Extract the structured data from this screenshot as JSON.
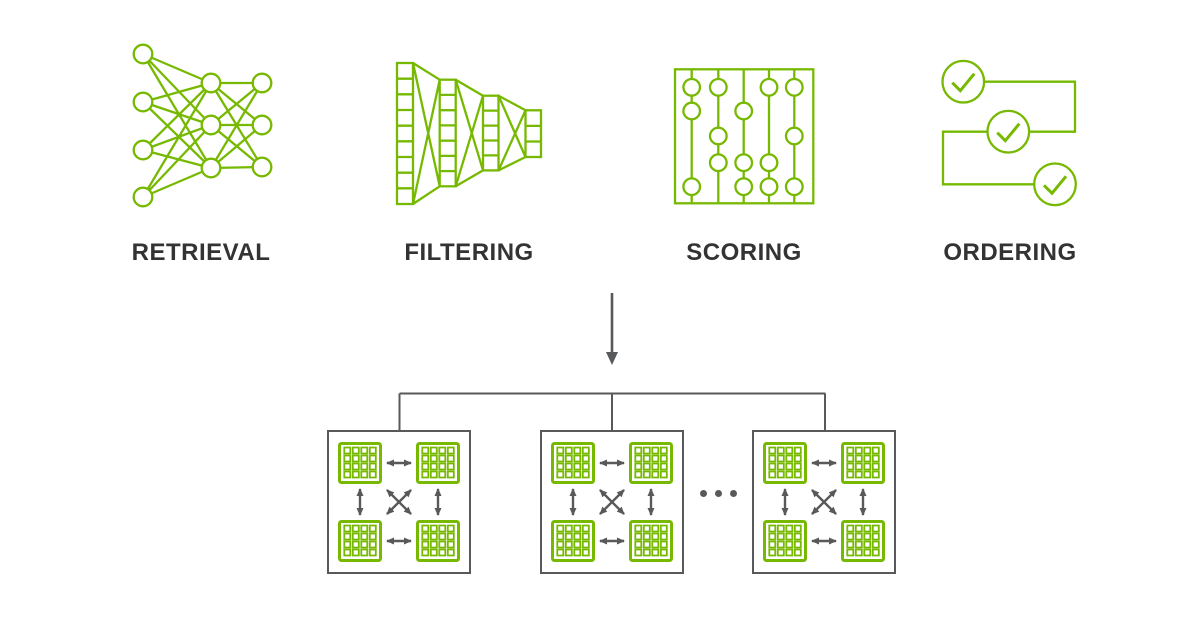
{
  "title": "Recommender pipeline diagram",
  "colors": {
    "green": "#76B900",
    "gray": "#58595B",
    "text": "#333333",
    "bg": "#FFFFFF"
  },
  "stages": [
    {
      "label": "RETRIEVAL",
      "icon": "neural-network-icon"
    },
    {
      "label": "FILTERING",
      "icon": "funnel-layers-icon"
    },
    {
      "label": "SCORING",
      "icon": "abacus-beads-icon"
    },
    {
      "label": "ORDERING",
      "icon": "checkmark-flow-icon"
    }
  ],
  "flow": {
    "arrow_direction": "down",
    "clusters": [
      {
        "name": "gpu-cluster-1",
        "gpu_count": 4
      },
      {
        "name": "gpu-cluster-2",
        "gpu_count": 4
      },
      {
        "name": "gpu-cluster-3",
        "gpu_count": 4
      }
    ],
    "ellipsis_dots": 3
  }
}
